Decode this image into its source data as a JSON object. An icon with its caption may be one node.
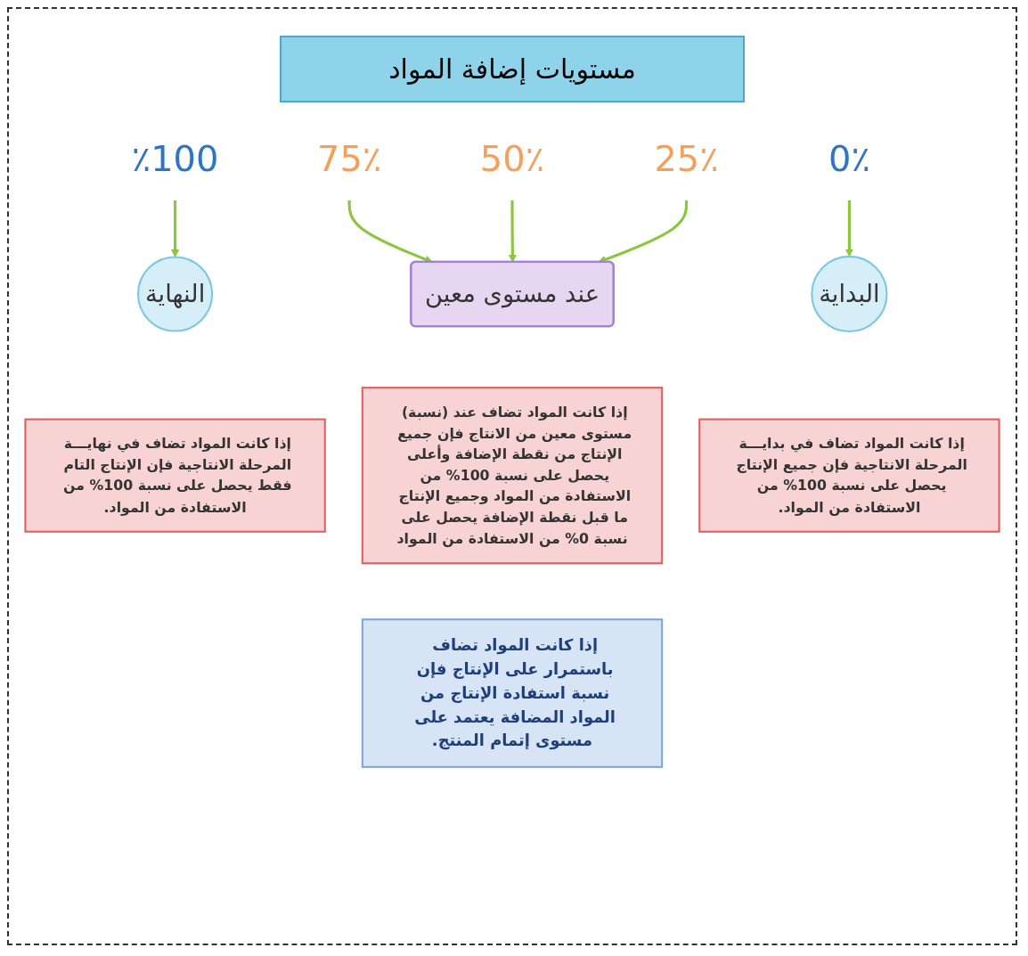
{
  "diagram": {
    "title": "مستويات إضافة المواد",
    "nodes": [
      {
        "text": [
          "٪100"
        ]
      },
      {
        "text": [
          "75٪"
        ]
      },
      {
        "text": [
          "50٪"
        ]
      },
      {
        "text": [
          "25٪"
        ]
      },
      {
        "text": [
          "0٪"
        ]
      },
      {
        "text": [
          "النهاية"
        ]
      },
      {
        "text": [
          "عند مستوى معين"
        ]
      },
      {
        "text": [
          "البداية"
        ]
      },
      {
        "text": [
          "إذا كانت المواد تضاف في نهايـــة المرحلة الانتاجية فإن الإنتاج التام فقط يحصل على نسبة 100% من الاستفادة من المواد."
        ]
      },
      {
        "text": [
          "إذا كانت المواد تضاف عند (نسبة) مستوى معين من الانتاج فإن جميع الإنتاج من نقطة الإضافة وأعلى يحصل على نسبة 100% من الاستفادة من المواد وجميع الإنتاج ما قبل نقطة الإضافة يحصل على نسبة 0% من الاستفادة من المواد"
        ]
      },
      {
        "text": [
          "إذا كانت المواد تضاف في بدايـــة المرحلة الانتاجية فإن جميع الإنتاج يحصل على نسبة 100% من الاستفادة من المواد."
        ]
      },
      {
        "text": [
          "إذا كانت المواد تضاف باستمرار على الإنتاج فإن نسبة استفادة الإنتاج من المواد المضافة يعتمد على مستوى إتمام المنتج."
        ]
      }
    ],
    "edges": [
      {
        "from": 0,
        "to": 5,
        "arrow": "to",
        "color": "#8cc63f"
      },
      {
        "from": 1,
        "to": 6,
        "arrow": "to",
        "color": "#8cc63f"
      },
      {
        "from": 2,
        "to": 6,
        "arrow": "to",
        "color": "#8cc63f"
      },
      {
        "from": 3,
        "to": 6,
        "arrow": "to",
        "color": "#8cc63f"
      },
      {
        "from": 4,
        "to": 7,
        "arrow": "to",
        "color": "#8cc63f"
      }
    ]
  }
}
